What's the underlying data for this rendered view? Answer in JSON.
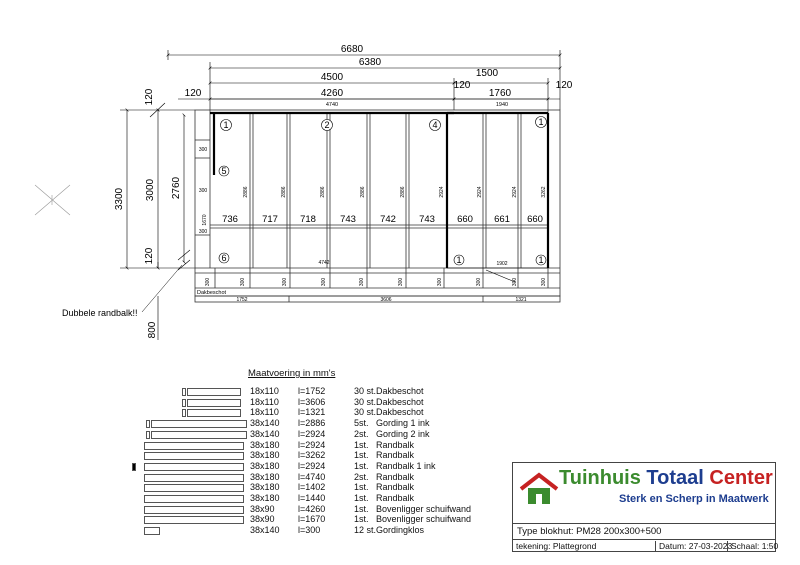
{
  "drawing": {
    "dims_top": [
      "6680",
      "6380",
      "4500",
      "1500",
      "120",
      "4260",
      "1760",
      "120",
      "120"
    ],
    "dims_inner": [
      "4740",
      "1940"
    ],
    "dims_left": [
      "120",
      "3300",
      "3000",
      "2760",
      "120",
      "800"
    ],
    "bay_widths": [
      "736",
      "717",
      "718",
      "743",
      "742",
      "743",
      "660",
      "661",
      "660"
    ],
    "rafter_lengths": [
      "2886",
      "2886",
      "2886",
      "2886",
      "2886",
      "2924",
      "2924",
      "2924",
      "3262"
    ],
    "circle_labels": [
      "1",
      "2",
      "4",
      "1",
      "5",
      "6",
      "1",
      "1"
    ],
    "small_labels": [
      "300",
      "300",
      "300",
      "300",
      "300",
      "300",
      "300",
      "300",
      "300",
      "300",
      "300",
      "300",
      "300",
      "300",
      "300"
    ],
    "left_small": [
      "300",
      "300",
      "1670",
      "300"
    ],
    "bottom_mid_label": "4742",
    "bottom_mid_label2": "1902",
    "dakbeschot_label": "Dakbeschot",
    "dakbeschot_dims": [
      "1752",
      "3606",
      "1321"
    ],
    "note": "Dubbele randbalk!!"
  },
  "materials": {
    "header": "Maatvoering in mm's",
    "items": [
      {
        "size": "18x110",
        "length": "l=1752",
        "qty": "30 st.",
        "desc": "Dakbeschot"
      },
      {
        "size": "18x110",
        "length": "l=3606",
        "qty": "30 st.",
        "desc": "Dakbeschot"
      },
      {
        "size": "18x110",
        "length": "l=1321",
        "qty": "30 st.",
        "desc": "Dakbeschot"
      },
      {
        "size": "38x140",
        "length": "l=2886",
        "qty": "5st.",
        "desc": "Gording 1 ink"
      },
      {
        "size": "38x140",
        "length": "l=2924",
        "qty": "2st.",
        "desc": "Gording 2 ink"
      },
      {
        "size": "38x180",
        "length": "l=2924",
        "qty": "1st.",
        "desc": "Randbalk"
      },
      {
        "size": "38x180",
        "length": "l=3262",
        "qty": "1st.",
        "desc": "Randbalk"
      },
      {
        "size": "38x180",
        "length": "l=2924",
        "qty": "1st.",
        "desc": "Randbalk 1 ink"
      },
      {
        "size": "38x180",
        "length": "l=4740",
        "qty": "2st.",
        "desc": "Randbalk"
      },
      {
        "size": "38x180",
        "length": "l=1402",
        "qty": "1st.",
        "desc": "Randbalk"
      },
      {
        "size": "38x180",
        "length": "l=1440",
        "qty": "1st.",
        "desc": "Randbalk"
      },
      {
        "size": "38x90",
        "length": "l=4260",
        "qty": "1st.",
        "desc": "Bovenligger schuifwand"
      },
      {
        "size": "38x90",
        "length": "l=1670",
        "qty": "1st.",
        "desc": "Bovenligger schuifwand"
      },
      {
        "size": "38x140",
        "length": "l=300",
        "qty": "12 st.",
        "desc": "Gordingklos"
      }
    ]
  },
  "titleblock": {
    "brand_part1": "Tuinhuis",
    "brand_part2": "Totaal",
    "brand_part3": "Center",
    "slogan": "Sterk en Scherp in Maatwerk",
    "type": "Type blokhut: PM28 200x300+500",
    "tekening": "tekening: Plattegrond",
    "datum": "Datum: 27-03-2023",
    "schaal": "Schaal: 1:50"
  },
  "colors": {
    "green": "#3b8b2e",
    "blue": "#1d3d8f",
    "red": "#c62222",
    "line": "#333333"
  }
}
